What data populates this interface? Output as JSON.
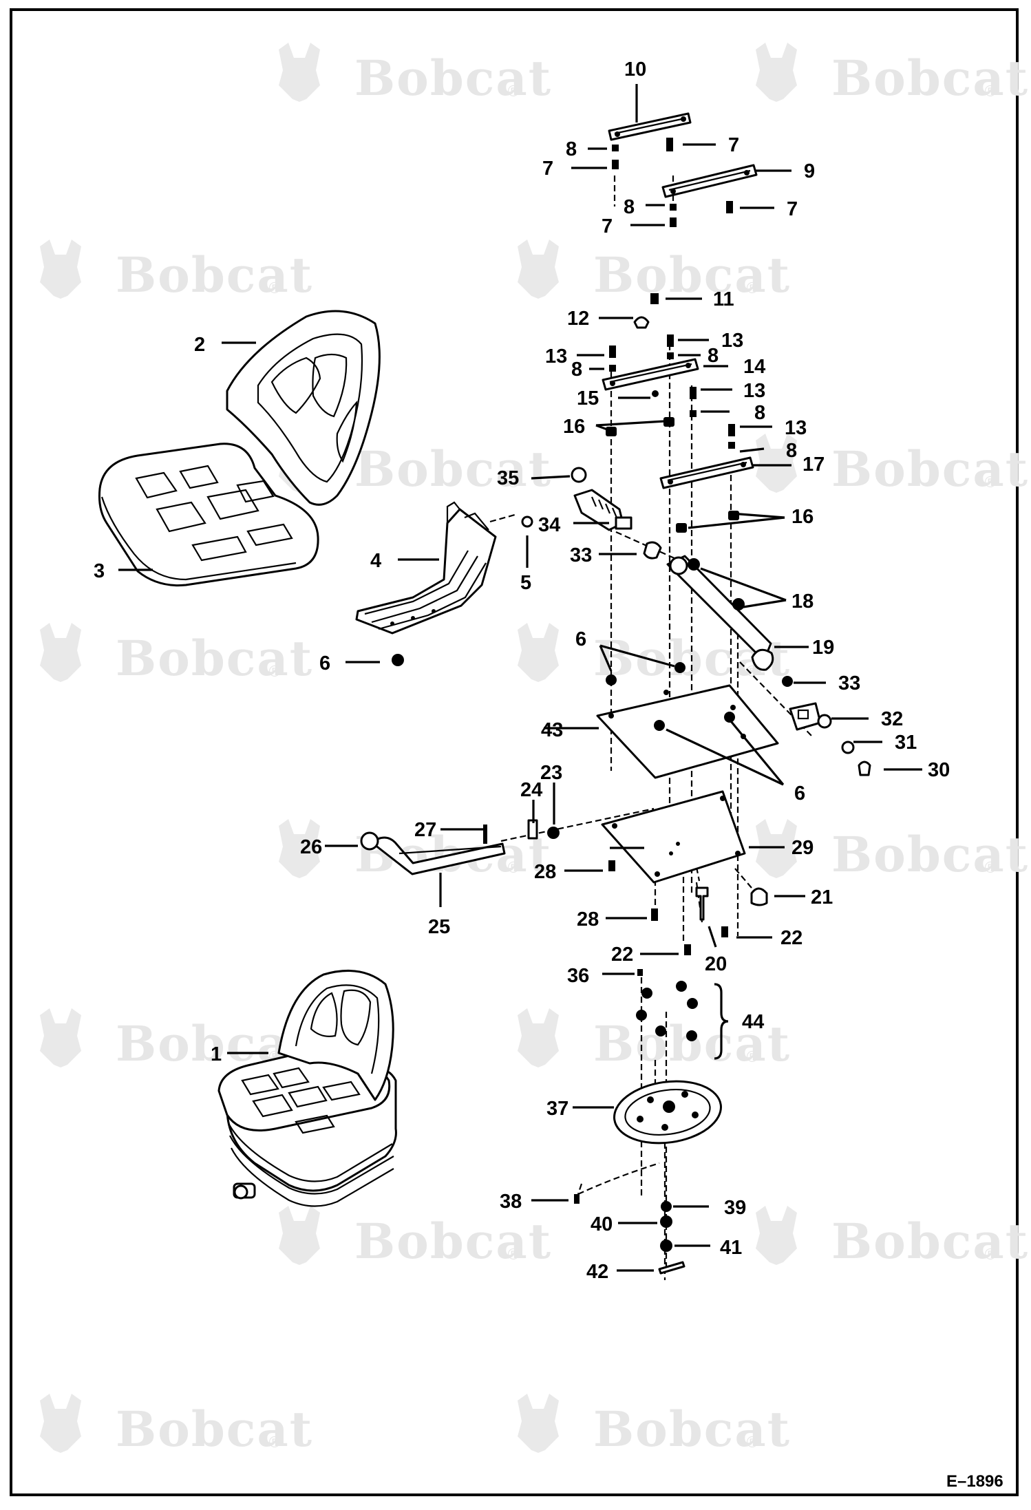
{
  "watermark": {
    "brand": "Bobcat",
    "registered": "®"
  },
  "drawing_code": "E–1896",
  "callouts": {
    "c1": "1",
    "c2": "2",
    "c3": "3",
    "c4": "4",
    "c5": "5",
    "c6a": "6",
    "c6b": "6",
    "c6c": "6",
    "c7a": "7",
    "c7b": "7",
    "c7c": "7",
    "c7d": "7",
    "c8a": "8",
    "c8b": "8",
    "c8c": "8",
    "c8d": "8",
    "c8e": "8",
    "c8f": "8",
    "c9": "9",
    "c10": "10",
    "c11": "11",
    "c12": "12",
    "c13a": "13",
    "c13b": "13",
    "c13c": "13",
    "c13d": "13",
    "c14": "14",
    "c15": "15",
    "c16a": "16",
    "c16b": "16",
    "c17": "17",
    "c18": "18",
    "c19": "19",
    "c20": "20",
    "c21": "21",
    "c22a": "22",
    "c22b": "22",
    "c23": "23",
    "c24": "24",
    "c25": "25",
    "c26": "26",
    "c27": "27",
    "c28a": "28",
    "c28b": "28",
    "c29": "29",
    "c30": "30",
    "c31": "31",
    "c32": "32",
    "c33a": "33",
    "c33b": "33",
    "c34": "34",
    "c35": "35",
    "c36": "36",
    "c37": "37",
    "c38": "38",
    "c39": "39",
    "c40": "40",
    "c41": "41",
    "c42": "42",
    "c43": "43",
    "c44": "44"
  }
}
